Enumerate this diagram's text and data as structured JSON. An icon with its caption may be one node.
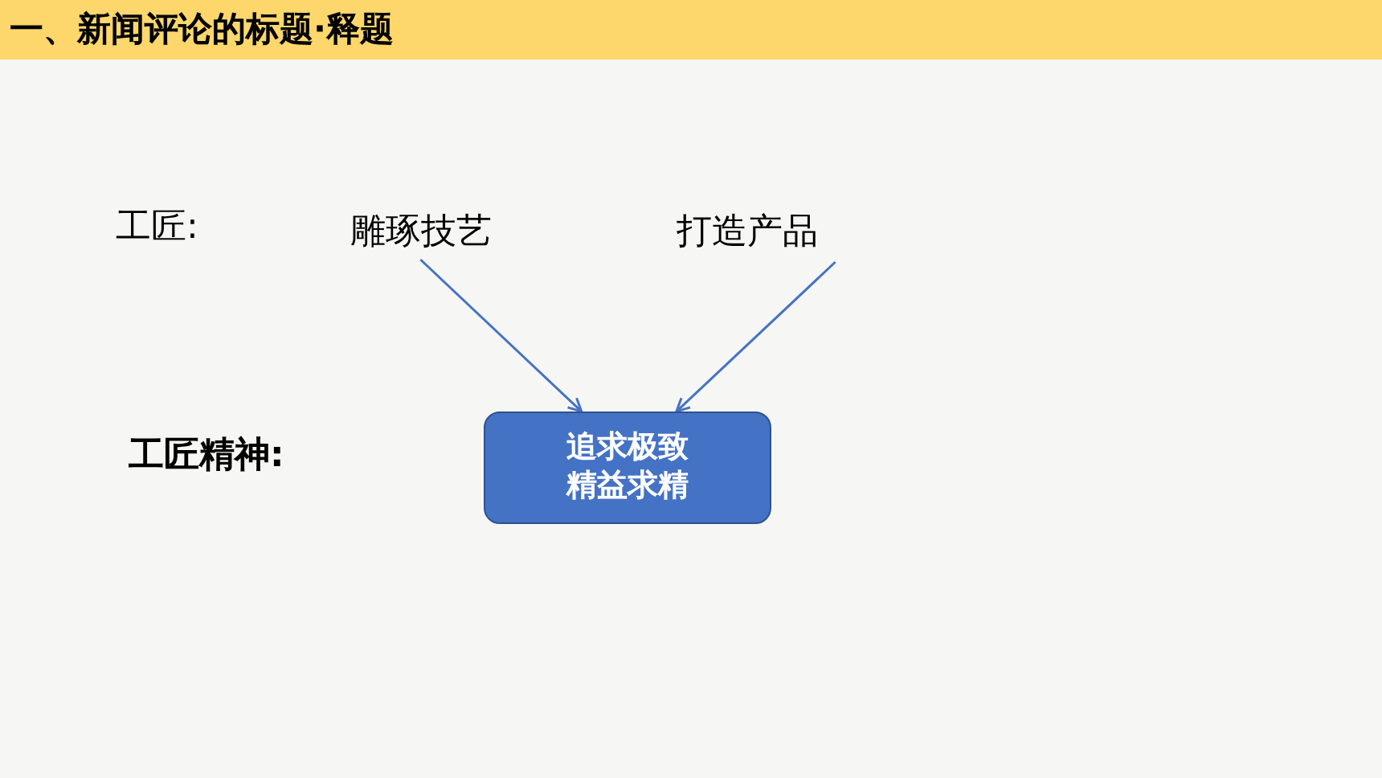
{
  "diagram": {
    "title": "一、新闻评论的标题·释题",
    "nodes": [
      {
        "text": [
          "雕琢技艺"
        ]
      },
      {
        "text": [
          "打造产品"
        ]
      },
      {
        "text": [
          "追求极致精益求精"
        ]
      }
    ],
    "edges": [
      {
        "from": 0,
        "to": 2,
        "arrow": "to"
      },
      {
        "from": 1,
        "to": 2,
        "arrow": "to"
      }
    ],
    "labels": [
      "工匠:",
      "工匠精神:"
    ]
  }
}
